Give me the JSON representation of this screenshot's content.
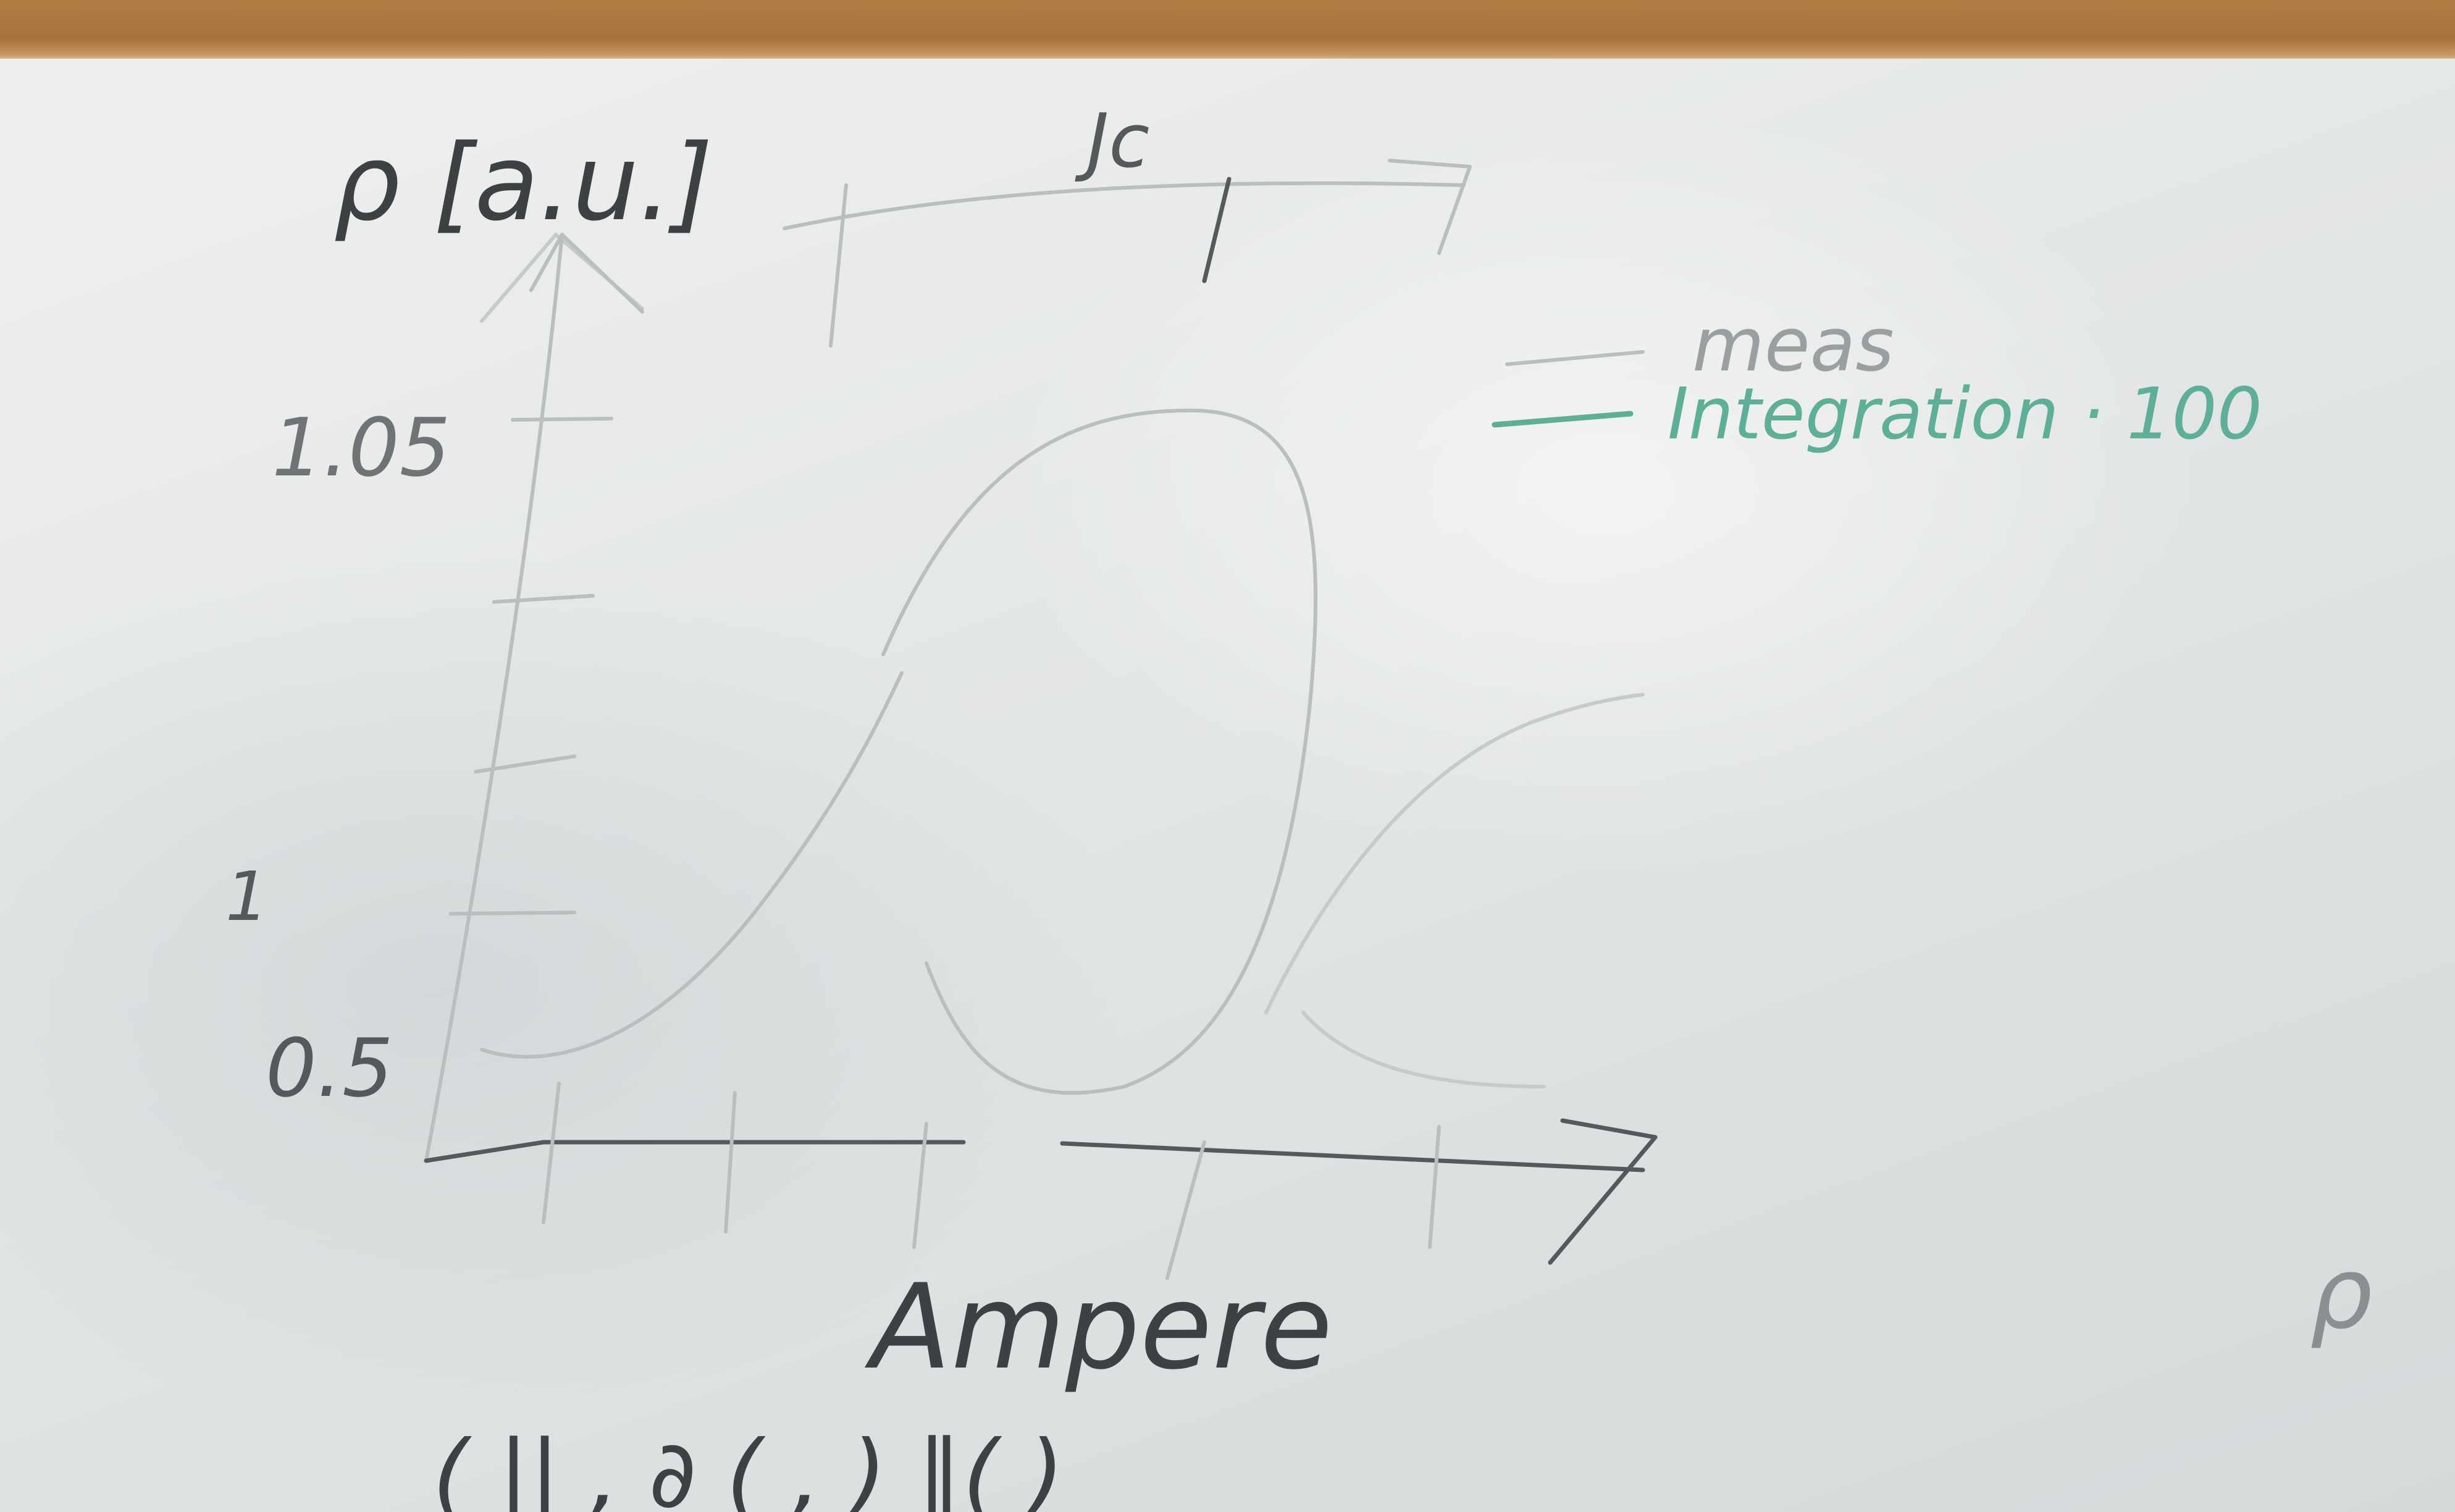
{
  "board": {
    "y_axis_label": "ρ [a.u.]",
    "top_axis_label": "Jc",
    "x_axis_label": "Ampere",
    "y_ticks": [
      "1.05",
      "1",
      "0.5"
    ],
    "legend": [
      {
        "label": "meas",
        "color": "#55595c"
      },
      {
        "label": "Integration · 100",
        "color": "#5fae97"
      }
    ],
    "margin_mark": "ρ",
    "bottom_fragment": "(   ||   ,   ∂   ( ,   ) ∥( )"
  },
  "colors": {
    "frame": "#a8723c",
    "ink_dark": "#3d4144",
    "ink_green": "#5fae97",
    "board": "#e3e6e6"
  }
}
